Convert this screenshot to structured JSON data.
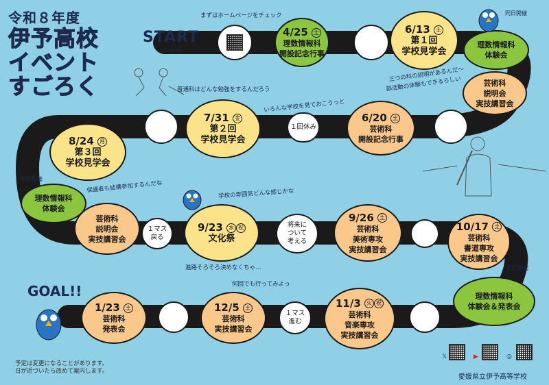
{
  "title": {
    "line1": "令和８年度",
    "line2": "伊予高校",
    "line3": "イベント",
    "line4": "すごろく"
  },
  "start_label": "START",
  "start_arrows": "⇨⇨⇨",
  "goal_label": "GOAL!!",
  "events": {
    "e1": {
      "date": "4/25",
      "day": "土",
      "l1": "理数情報科",
      "l2": "開設記念行事"
    },
    "e2": {
      "date": "6/13",
      "day": "土",
      "l1": "第１回",
      "l2": "学校見学会"
    },
    "e2_sub1": {
      "l1": "理数情報科",
      "l2": "体験会"
    },
    "e2_sub2": {
      "l1": "芸術科",
      "l2": "説明会",
      "l3": "実技講習会"
    },
    "e3": {
      "date": "6/20",
      "day": "土",
      "l1": "芸術科",
      "l2": "開設記念行事"
    },
    "e4": {
      "date": "7/31",
      "day": "金",
      "l1": "第２回",
      "l2": "学校見学会"
    },
    "e5": {
      "date": "8/24",
      "day": "月",
      "l1": "第３回",
      "l2": "学校見学会"
    },
    "e5_sub1": {
      "l1": "理数情報科",
      "l2": "体験会"
    },
    "e5_sub2": {
      "l1": "芸術科",
      "l2": "説明会",
      "l3": "実技講習会"
    },
    "e6": {
      "date": "9/23",
      "day": "水",
      "day2": "祝",
      "l1": "文化祭"
    },
    "e7": {
      "date": "9/26",
      "day": "土",
      "l1": "芸術科",
      "l2": "美術専攻",
      "l3": "実技講習会"
    },
    "e8": {
      "date": "10/17",
      "day": "土",
      "l1": "芸術科",
      "l2": "書道専攻",
      "l3": "実技講習会"
    },
    "e8_sub": {
      "l1": "理数情報科",
      "l2": "体験会＆発表会"
    },
    "e9": {
      "date": "11/3",
      "day": "火",
      "day2": "祝",
      "l1": "芸術科",
      "l2": "音楽専攻",
      "l3": "実技講習会"
    },
    "e10": {
      "date": "12/5",
      "day": "土",
      "l1": "芸術科",
      "l2": "実技講習会"
    },
    "e11": {
      "date": "1/23",
      "day": "土",
      "l1": "芸術科",
      "l2": "発表会"
    }
  },
  "squares": {
    "rest": "１回休み",
    "back1": "１マス",
    "back2": "戻る",
    "think1": "将来に",
    "think2": "ついて",
    "think3": "考える",
    "adv1": "１マス",
    "adv2": "進む"
  },
  "notes": {
    "n1": "まずはホームページをチェック",
    "n2": "三つの科の説明があるんだ〜",
    "n3": "部活動の体験もできるらしい",
    "n4": "普通科はどんな勉強をするんだろう",
    "n5": "いろんな学校を見ておこうっと",
    "n6": "保護者も結構参加するんだね",
    "n7": "学校の雰囲気どんな感じかな",
    "n8": "進路そろそろ決めなくちゃ…",
    "n9": "何回でも行ってみよっ"
  },
  "tags": {
    "same_day": "同日開催"
  },
  "footnote": {
    "l1": "予定は変更になることがあります。",
    "l2": "日が近づいたら改めて案内します。"
  },
  "school": "愛媛県立伊予高等学校",
  "social": {
    "x": "𝕏",
    "youtube": "▶",
    "instagram": "◎"
  },
  "colors": {
    "bg": "#8fd0e6",
    "road": "#1a1a1a",
    "green": "#8cc63f",
    "yellow": "#fbe38a",
    "orange": "#fac88a"
  }
}
